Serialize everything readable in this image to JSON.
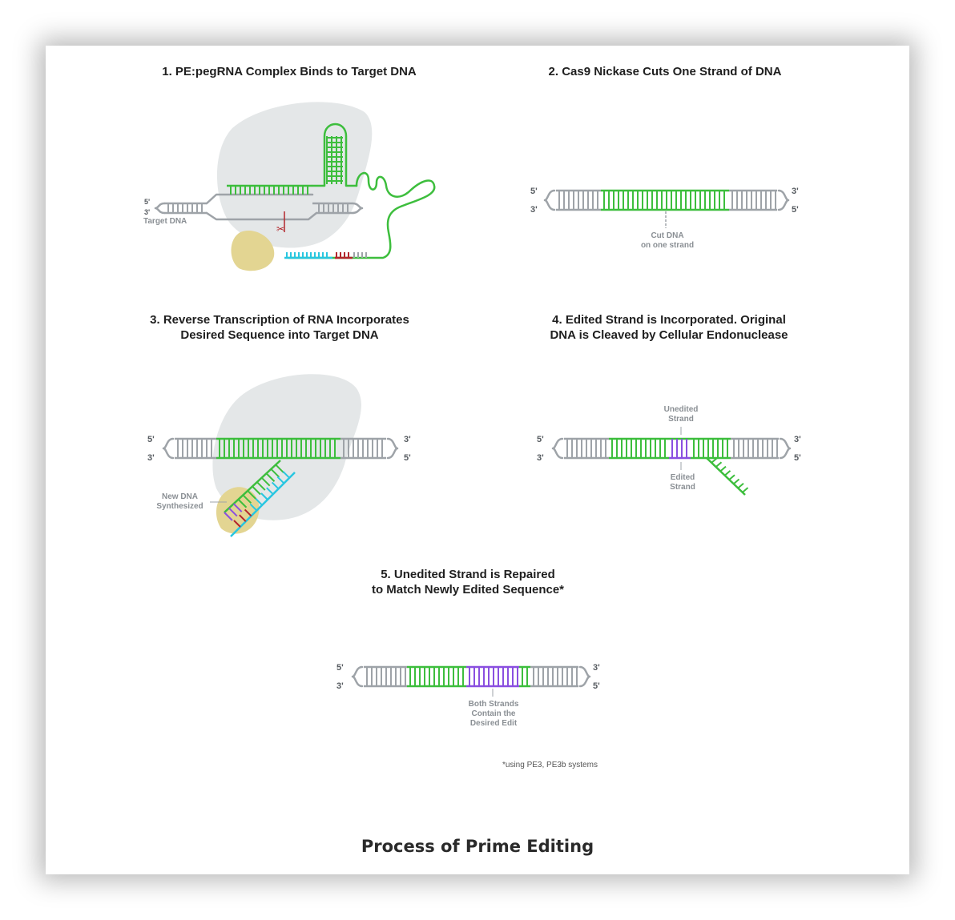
{
  "steps": [
    {
      "title": "1. PE:pegRNA Complex Binds to Target DNA",
      "label_target": "Target DNA",
      "five": "5'",
      "three": "3'"
    },
    {
      "title": "2. Cas9 Nickase Cuts One Strand of DNA",
      "label_cut": "Cut DNA\non one strand",
      "five": "5'",
      "three": "3'"
    },
    {
      "title": "3. Reverse Transcription of RNA Incorporates\nDesired Sequence into Target DNA",
      "label_new": "New DNA\nSynthesized",
      "five": "5'",
      "three": "3'"
    },
    {
      "title": "4. Edited Strand is Incorporated. Original\nDNA is Cleaved by Cellular Endonuclease",
      "label_unedited": "Unedited\nStrand",
      "label_edited": "Edited\nStrand",
      "five": "5'",
      "three": "3'"
    },
    {
      "title": "5. Unedited Strand is Repaired\nto Match Newly Edited Sequence*",
      "label_both": "Both Strands\nContain the\nDesired Edit",
      "five": "5'",
      "three": "3'"
    }
  ],
  "footnote": "*using PE3, PE3b systems",
  "caption": "Process of Prime Editing",
  "colors": {
    "dna_gray": "#9ea3a8",
    "green": "#3dbe3d",
    "cyan": "#28c6e0",
    "red": "#b3262c",
    "purple": "#8a4fe0",
    "protein_gray": "#e4e7e8",
    "rt_yellow": "#e3d592"
  }
}
